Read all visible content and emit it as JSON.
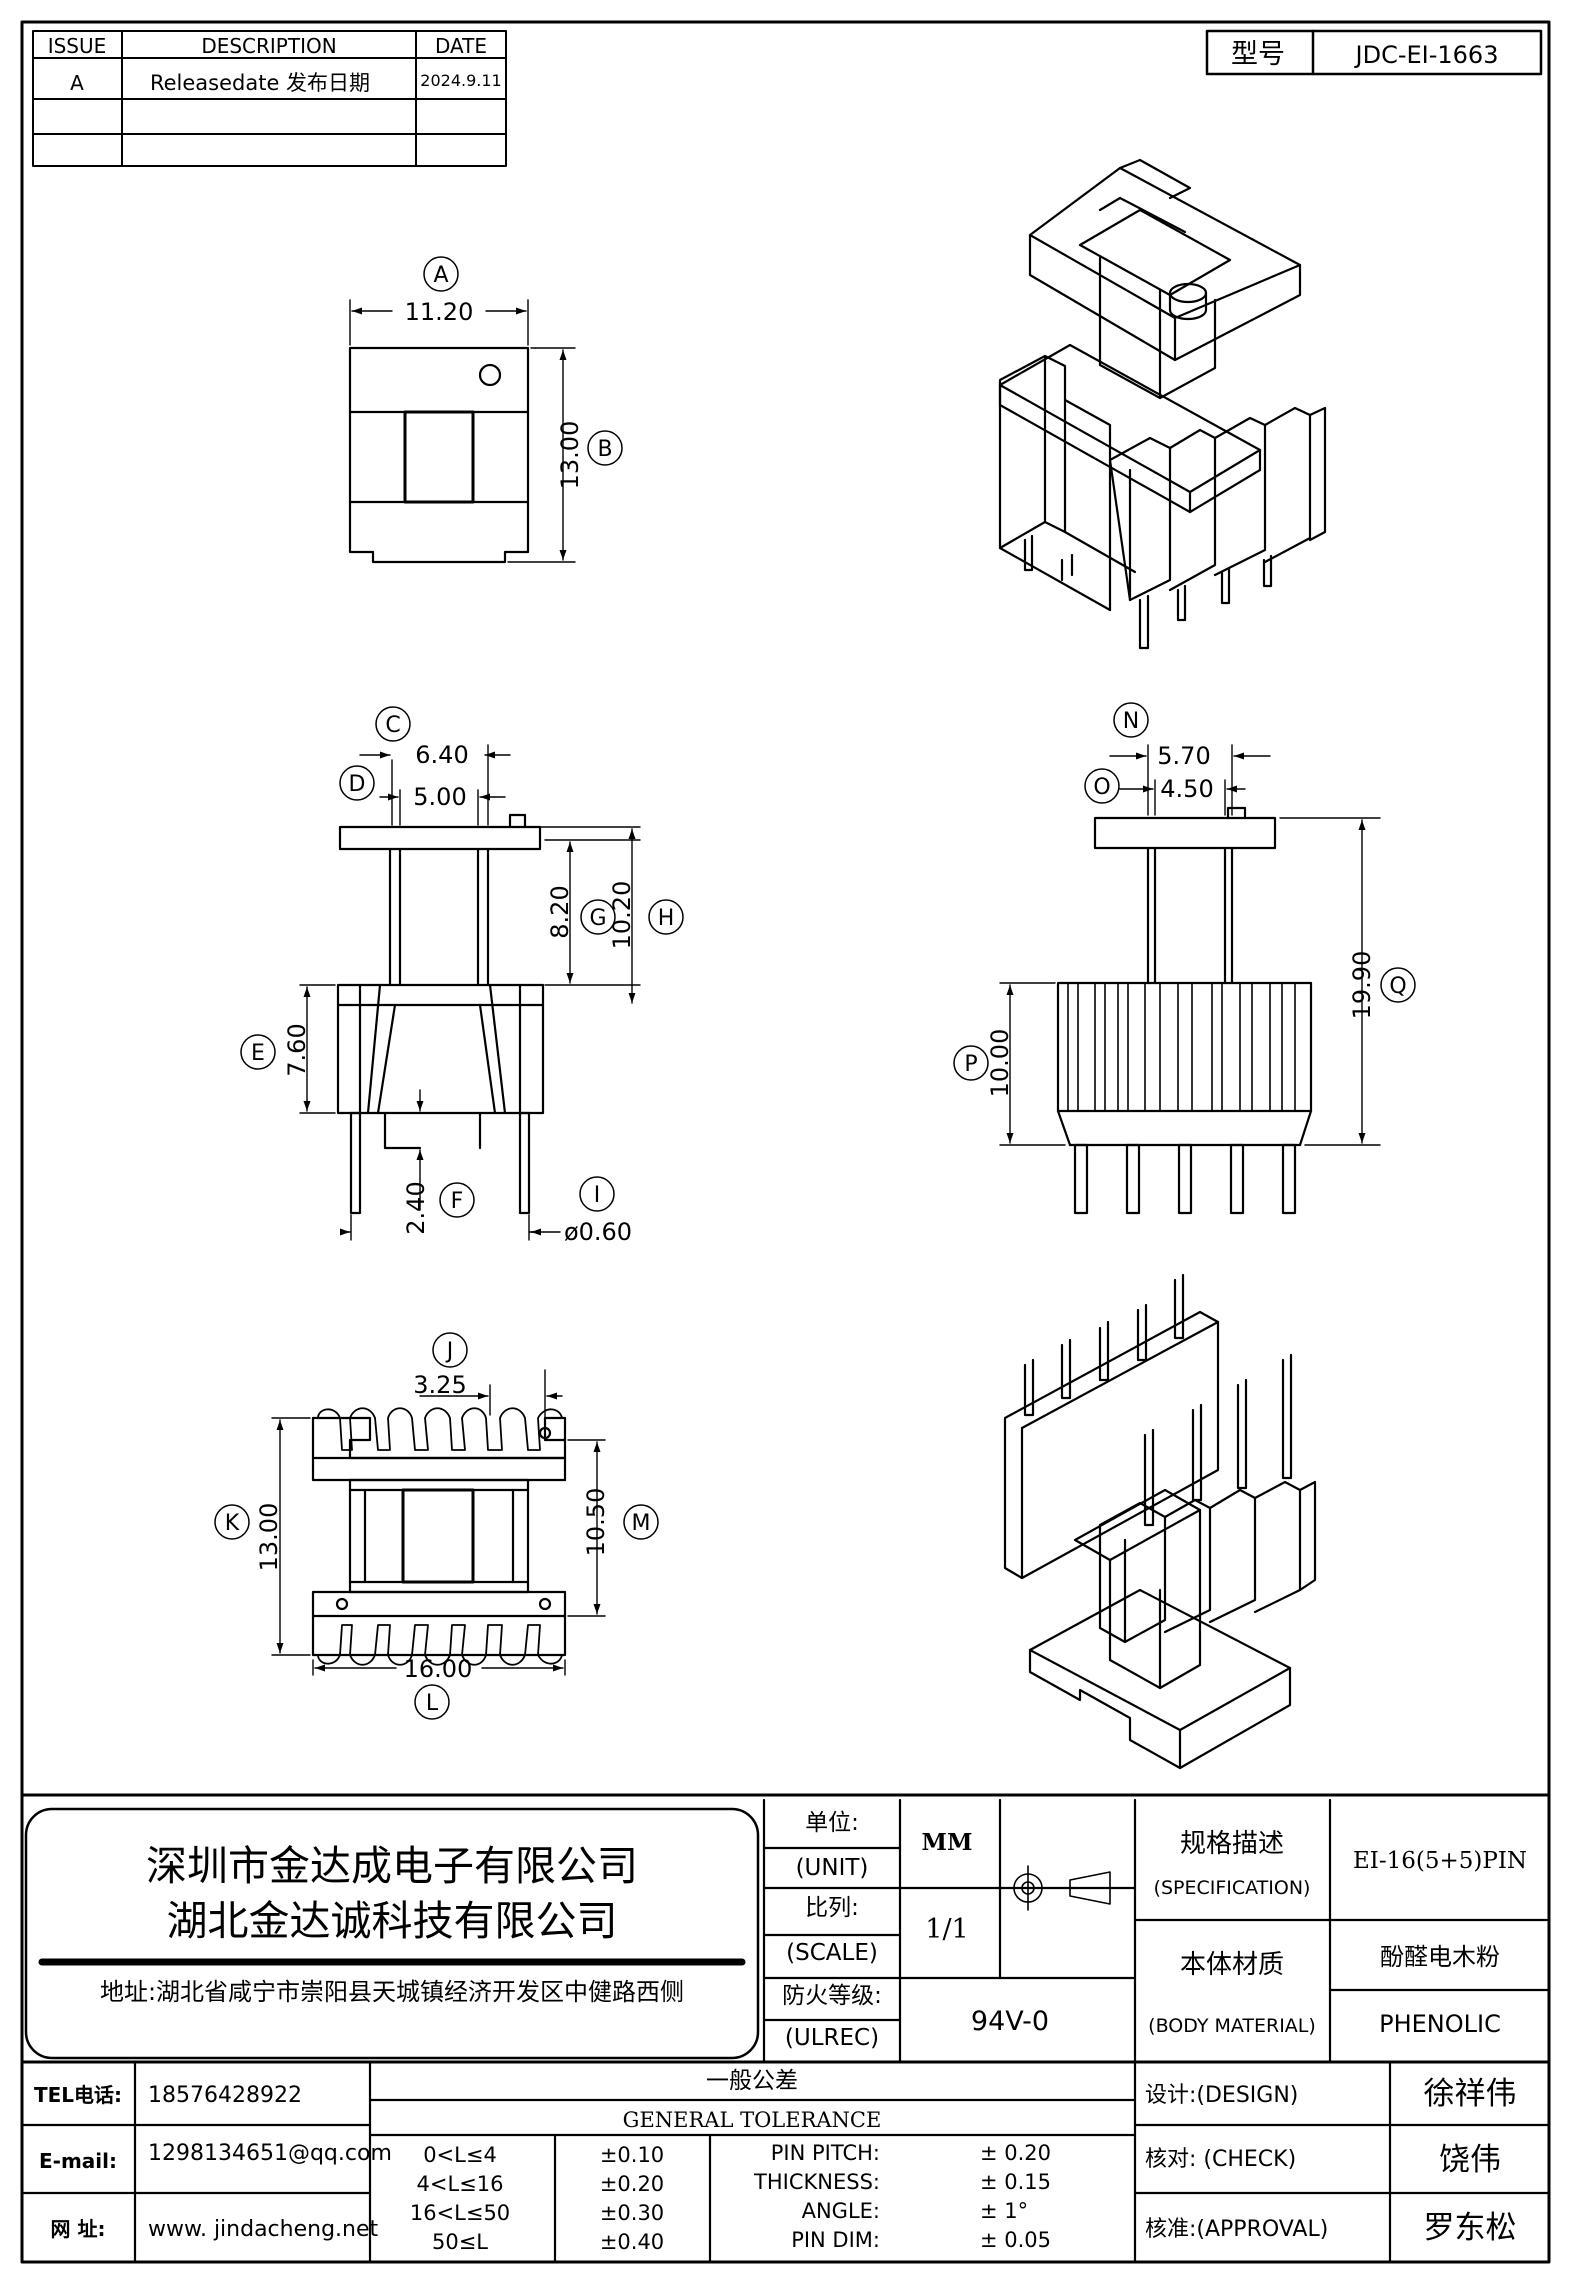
{
  "revision_table": {
    "headers": [
      "ISSUE",
      "DESCRIPTION",
      "DATE"
    ],
    "rows": [
      [
        "A",
        "Releasedate 发布日期",
        "2024.9.11"
      ],
      [
        "",
        "",
        ""
      ],
      [
        "",
        "",
        ""
      ]
    ]
  },
  "model": {
    "label": "型号",
    "value": "JDC-EI-1663"
  },
  "views": {
    "top": {
      "callouts": [
        "A",
        "B"
      ],
      "dims": {
        "A": "11.20",
        "B": "13.00"
      }
    },
    "front": {
      "callouts": [
        "C",
        "D",
        "E",
        "F",
        "G",
        "H",
        "I"
      ],
      "dims": {
        "C": "6.40",
        "D": "5.00",
        "E": "7.60",
        "F": "2.40",
        "G": "8.20",
        "H": "10.20",
        "I": "ø0.60"
      }
    },
    "side": {
      "callouts": [
        "N",
        "O",
        "P",
        "Q"
      ],
      "dims": {
        "N": "5.70",
        "O": "4.50",
        "P": "10.00",
        "Q": "19.90"
      }
    },
    "bottom": {
      "callouts": [
        "J",
        "K",
        "L",
        "M"
      ],
      "dims": {
        "J": "3.25",
        "K": "13.00",
        "L": "16.00",
        "M": "10.50"
      }
    }
  },
  "title_block": {
    "company_cn_1": "深圳市金达成电子有限公司",
    "company_cn_2": "湖北金达诚科技有限公司",
    "address": "地址:湖北省咸宁市崇阳县天城镇经济开发区中健路西侧",
    "unit_label_cn": "单位:",
    "unit_label_en": "(UNIT)",
    "unit_value": "MM",
    "scale_label_cn": "比列:",
    "scale_label_en": "(SCALE)",
    "scale_value": "1/1",
    "fire_label_cn": "防火等级:",
    "fire_label_en": "(ULREC)",
    "fire_value": "94V-0",
    "spec_label_cn": "规格描述",
    "spec_label_en": "(SPECIFICATION)",
    "spec_value": "EI-16(5+5)PIN",
    "material_label_cn": "本体材质",
    "material_label_en": "(BODY MATERIAL)",
    "material_value_cn": "酚醛电木粉",
    "material_value_en": "PHENOLIC",
    "tel_label": "TEL电话:",
    "tel_value": "18576428922",
    "email_label": "E-mail:",
    "email_value": "1298134651@qq.com",
    "web_label": "网  址:",
    "web_value": "www. jindacheng.net",
    "tolerance_title_cn": "一般公差",
    "tolerance_title_en": "GENERAL  TOLERANCE",
    "tolerance_ranges": [
      "0<L≤4",
      "4<L≤16",
      "16<L≤50",
      "50≤L"
    ],
    "tolerance_values": [
      "±0.10",
      "±0.20",
      "±0.30",
      "±0.40"
    ],
    "param_names": [
      "PIN PITCH:",
      "THICKNESS:",
      "ANGLE:",
      "PIN DIM:"
    ],
    "param_values": [
      "±  0.20",
      "±  0.15",
      "±  1°",
      "±  0.05"
    ],
    "design_label": "设计:(DESIGN)",
    "design_value": "徐祥伟",
    "check_label": "核对: (CHECK)",
    "check_value": "饶伟",
    "approval_label": "核准:(APPROVAL)",
    "approval_value": "罗东松"
  }
}
